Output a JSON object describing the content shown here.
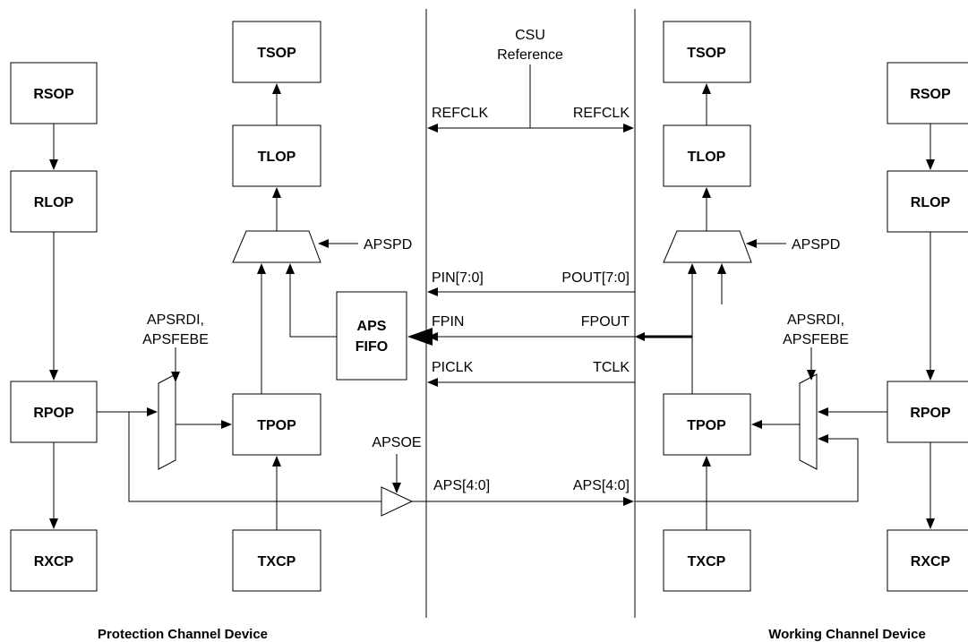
{
  "blocks": {
    "left": {
      "tsop": "TSOP",
      "rsop": "RSOP",
      "tlop": "TLOP",
      "rlop": "RLOP",
      "rpop": "RPOP",
      "tpop": "TPOP",
      "rxcp": "RXCP",
      "txcp": "TXCP",
      "aps_fifo_line1": "APS",
      "aps_fifo_line2": "FIFO"
    },
    "right": {
      "tsop": "TSOP",
      "rsop": "RSOP",
      "tlop": "TLOP",
      "rlop": "RLOP",
      "rpop": "RPOP",
      "tpop": "TPOP",
      "rxcp": "RXCP",
      "txcp": "TXCP"
    }
  },
  "signals": {
    "csu_line1": "CSU",
    "csu_line2": "Reference",
    "refclk_left": "REFCLK",
    "refclk_right": "REFCLK",
    "apspd_left": "APSPD",
    "apspd_right": "APSPD",
    "pin": "PIN[7:0]",
    "pout": "POUT[7:0]",
    "fpin": "FPIN",
    "fpout": "FPOUT",
    "piclk": "PICLK",
    "tclk": "TCLK",
    "apsrdi_left_line1": "APSRDI,",
    "apsrdi_left_line2": "APSFEBE",
    "apsrdi_right_line1": "APSRDI,",
    "apsrdi_right_line2": "APSFEBE",
    "apsoe": "APSOE",
    "aps_left": "APS[4:0]",
    "aps_right": "APS[4:0]"
  },
  "captions": {
    "left": "Protection Channel Device",
    "right": "Working Channel Device"
  }
}
